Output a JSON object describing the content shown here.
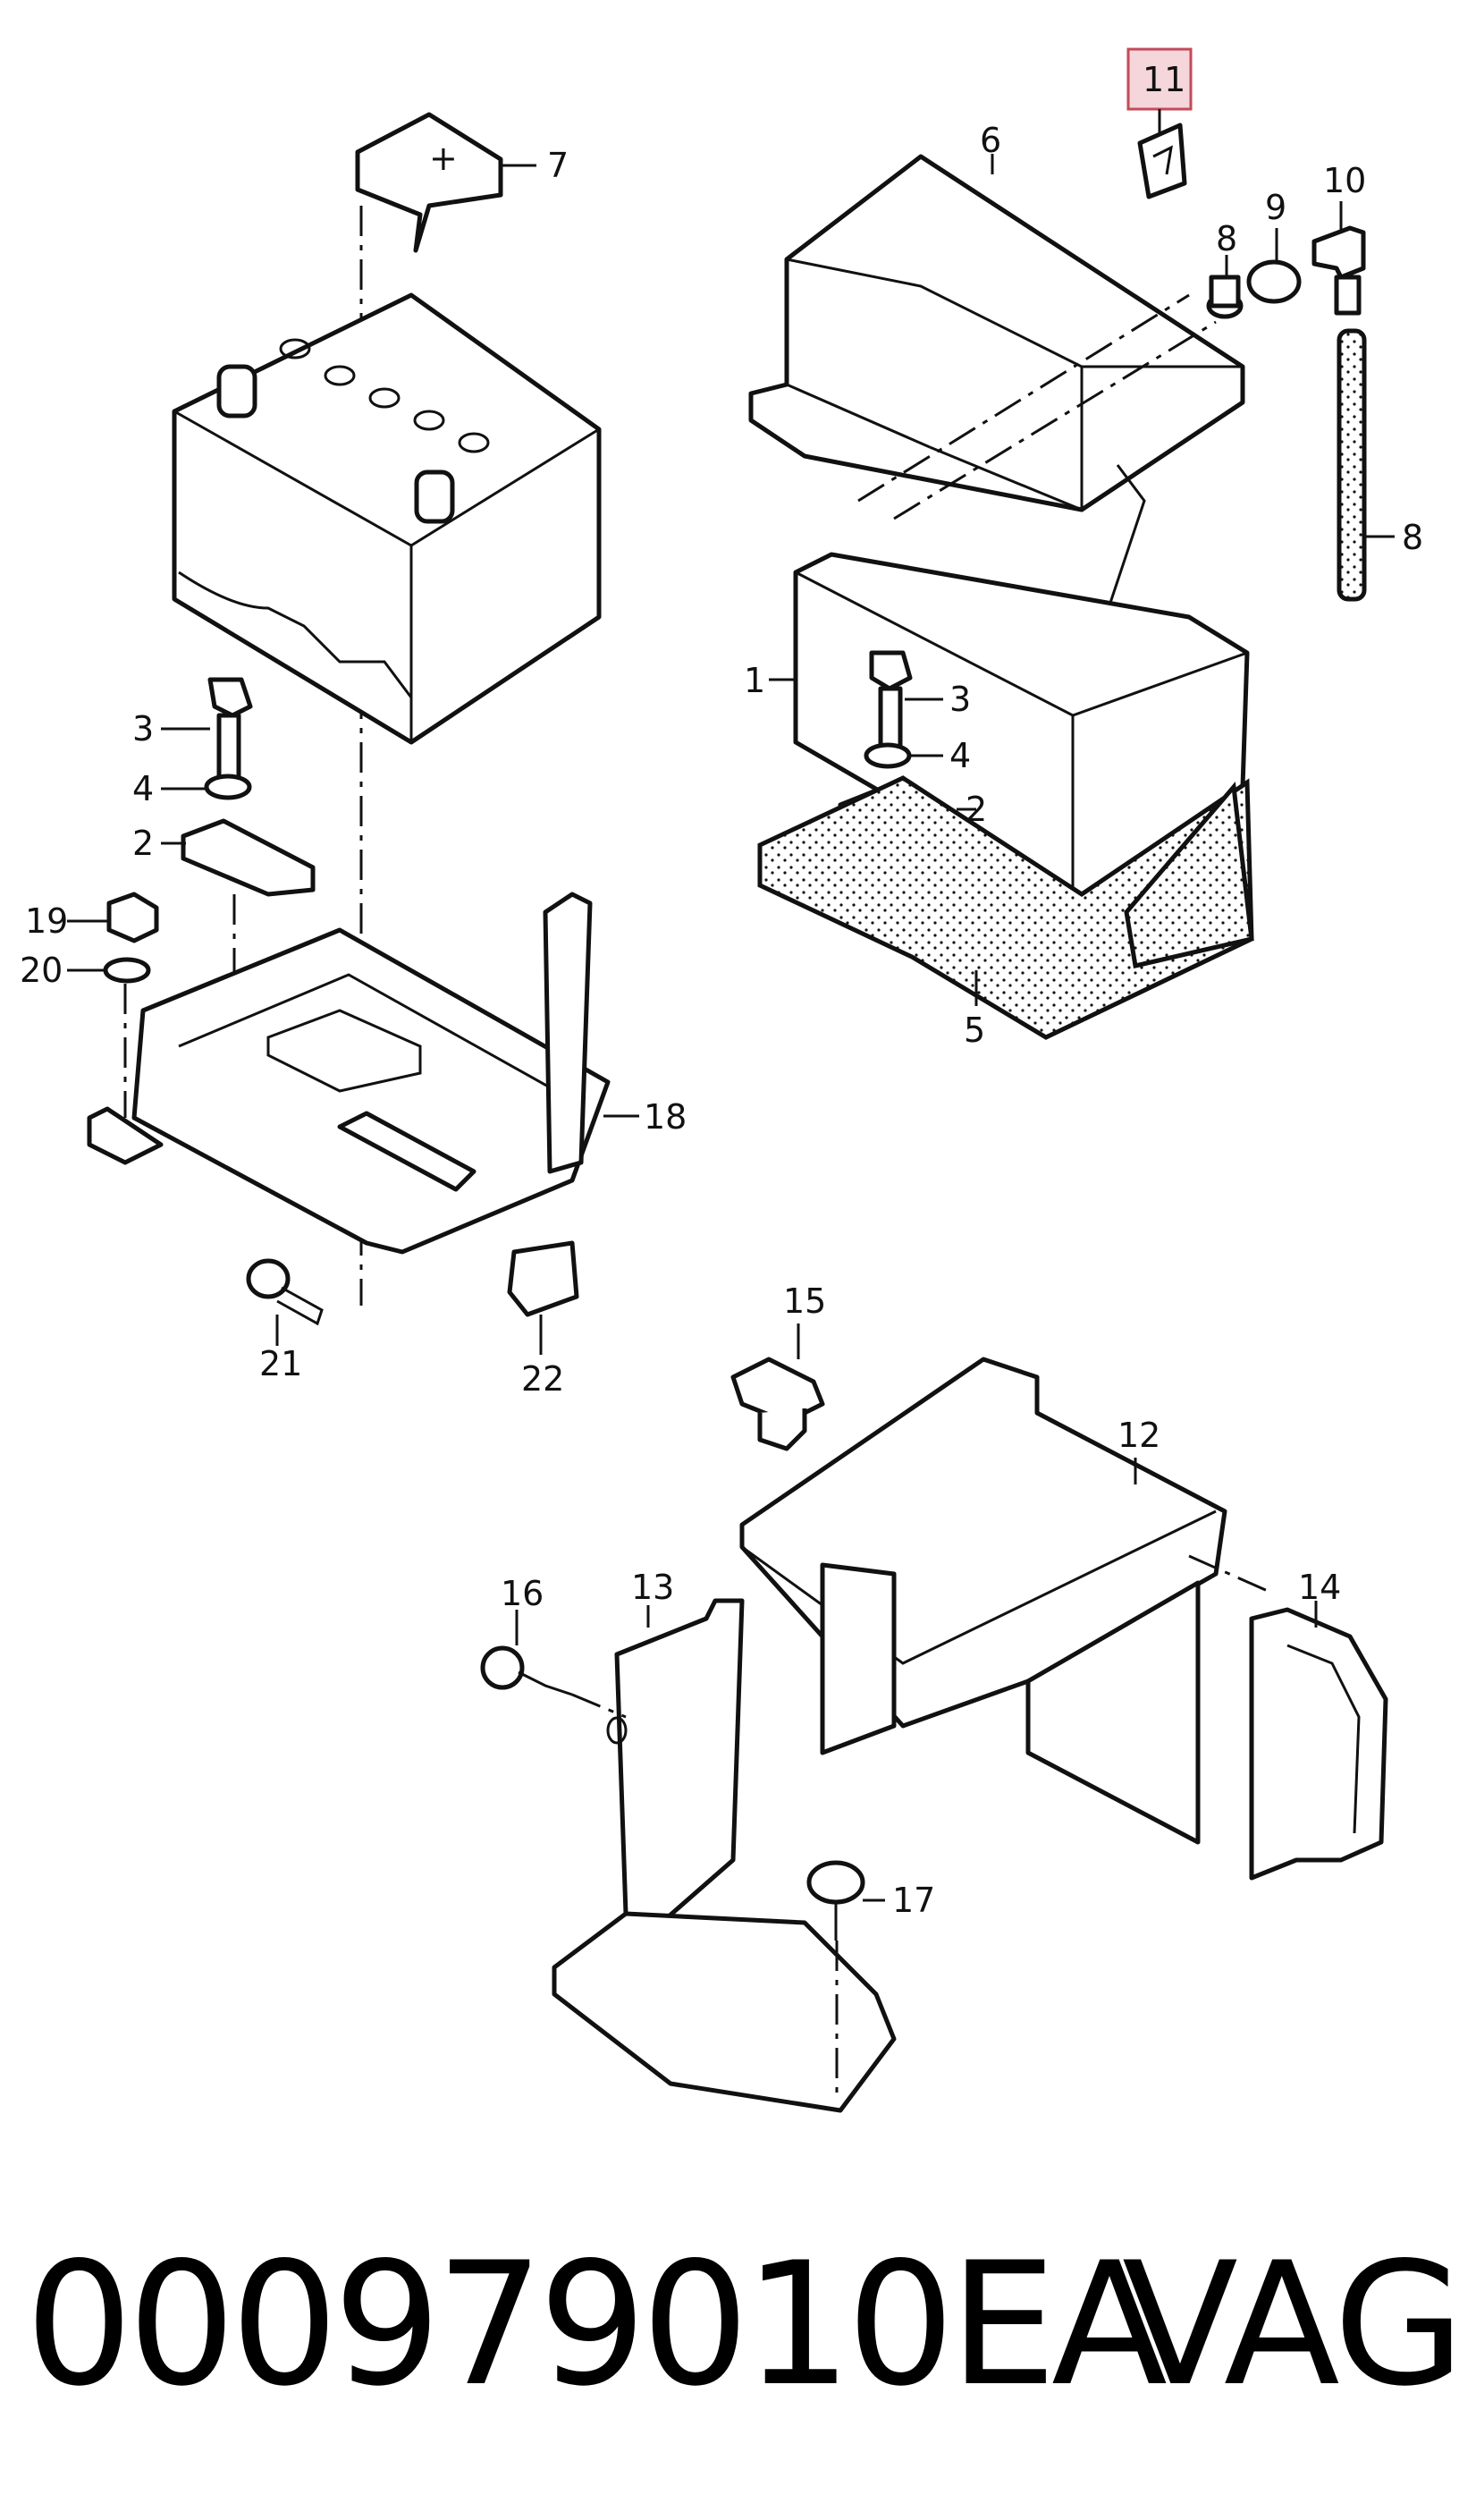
{
  "callouts": {
    "c1": "1",
    "c2a": "2",
    "c2b": "2",
    "c3a": "3",
    "c3b": "3",
    "c4a": "4",
    "c4b": "4",
    "c5": "5",
    "c6": "6",
    "c7": "7",
    "c8a": "8",
    "c8b": "8",
    "c9": "9",
    "c10": "10",
    "c11": "11",
    "c12": "12",
    "c13": "13",
    "c14": "14",
    "c15": "15",
    "c16": "16",
    "c17": "17",
    "c18": "18",
    "c19": "19",
    "c20": "20",
    "c21": "21",
    "c22": "22"
  },
  "highlight_color": "#c44a5a",
  "footer": {
    "part_number": "000979010EA",
    "brand": "VAG"
  }
}
